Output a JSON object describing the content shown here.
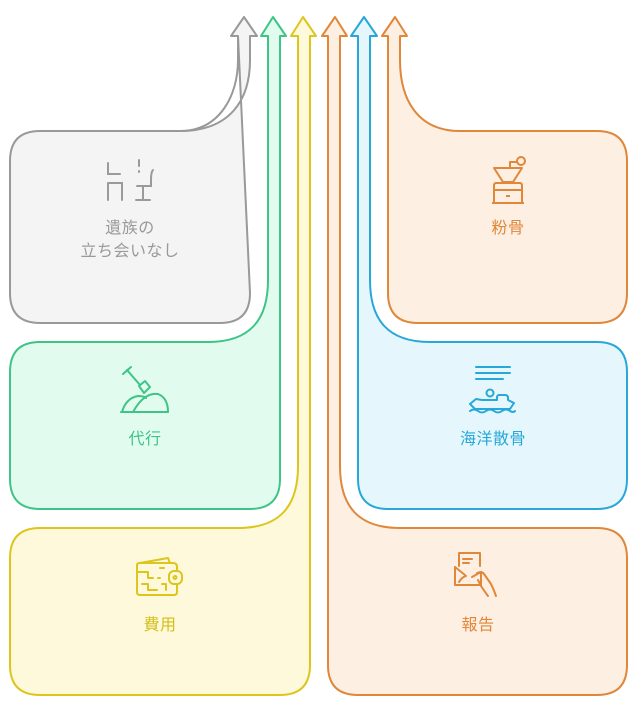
{
  "diagram": {
    "type": "converging-arrows",
    "items": [
      {
        "id": "no-family",
        "label_line1": "遺族の",
        "label_line2": "立ち会いなし",
        "icon": "chair-icon",
        "stroke": "#999999",
        "fill": "#f4f4f4",
        "text": "#9a9a9a"
      },
      {
        "id": "proxy",
        "label": "代行",
        "icon": "shovel-mound-icon",
        "stroke": "#3ec487",
        "fill": "#e2fbef",
        "text": "#3ec487"
      },
      {
        "id": "cost",
        "label": "費用",
        "icon": "wallet-icon",
        "stroke": "#dcc61e",
        "fill": "#fdf9da",
        "text": "#d4be17"
      },
      {
        "id": "report",
        "label": "報告",
        "icon": "letter-in-hand-icon",
        "stroke": "#e0873a",
        "fill": "#fdefe2",
        "text": "#e0873a"
      },
      {
        "id": "sea-scattering",
        "label": "海洋散骨",
        "icon": "boat-waves-icon",
        "stroke": "#27a8d8",
        "fill": "#e5f7fd",
        "text": "#27a8d8"
      },
      {
        "id": "powdering",
        "label": "粉骨",
        "icon": "grinder-icon",
        "stroke": "#e0873a",
        "fill": "#fdefe2",
        "text": "#e0873a"
      }
    ]
  }
}
